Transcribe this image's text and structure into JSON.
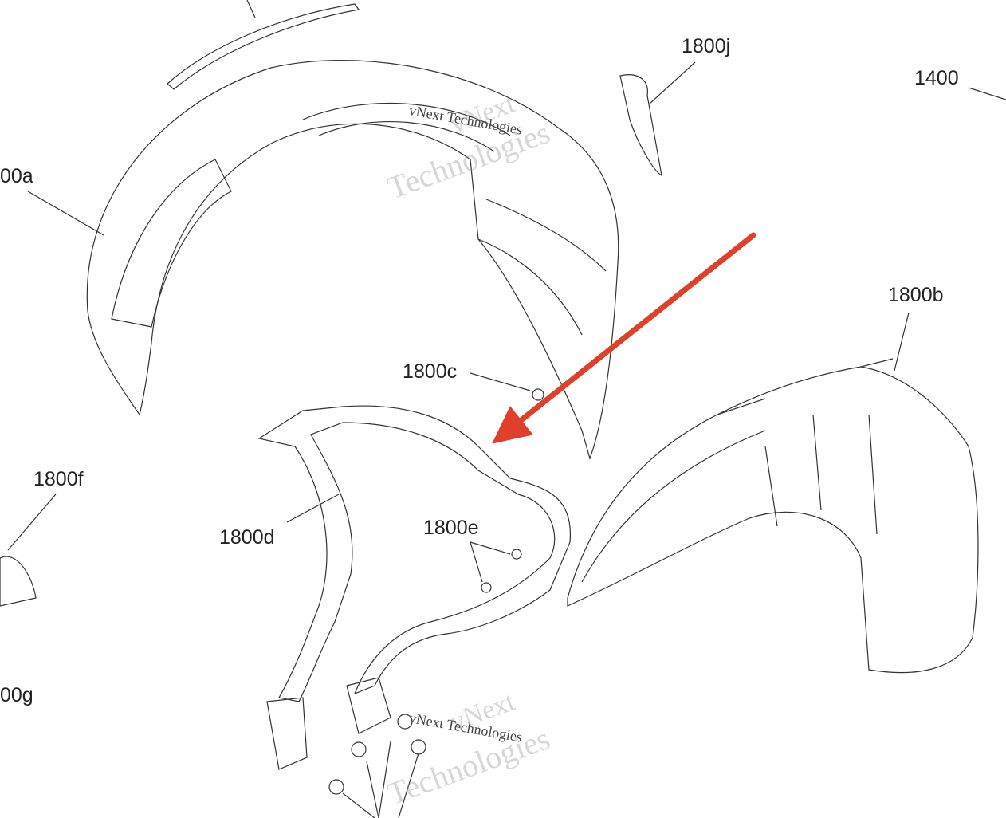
{
  "labels": {
    "p1800j": "1800j",
    "p1400": "1400",
    "p1800a": "00a",
    "p1800b": "1800b",
    "p1800c": "1800c",
    "p1800f": "1800f",
    "p1800d": "1800d",
    "p1800e": "1800e",
    "p1800g": "00g"
  },
  "watermark": {
    "brand": "vNext",
    "company": "vNext Technologies",
    "word": "Technologies"
  },
  "colors": {
    "line": "#333333",
    "arrow": "#e0402a"
  }
}
